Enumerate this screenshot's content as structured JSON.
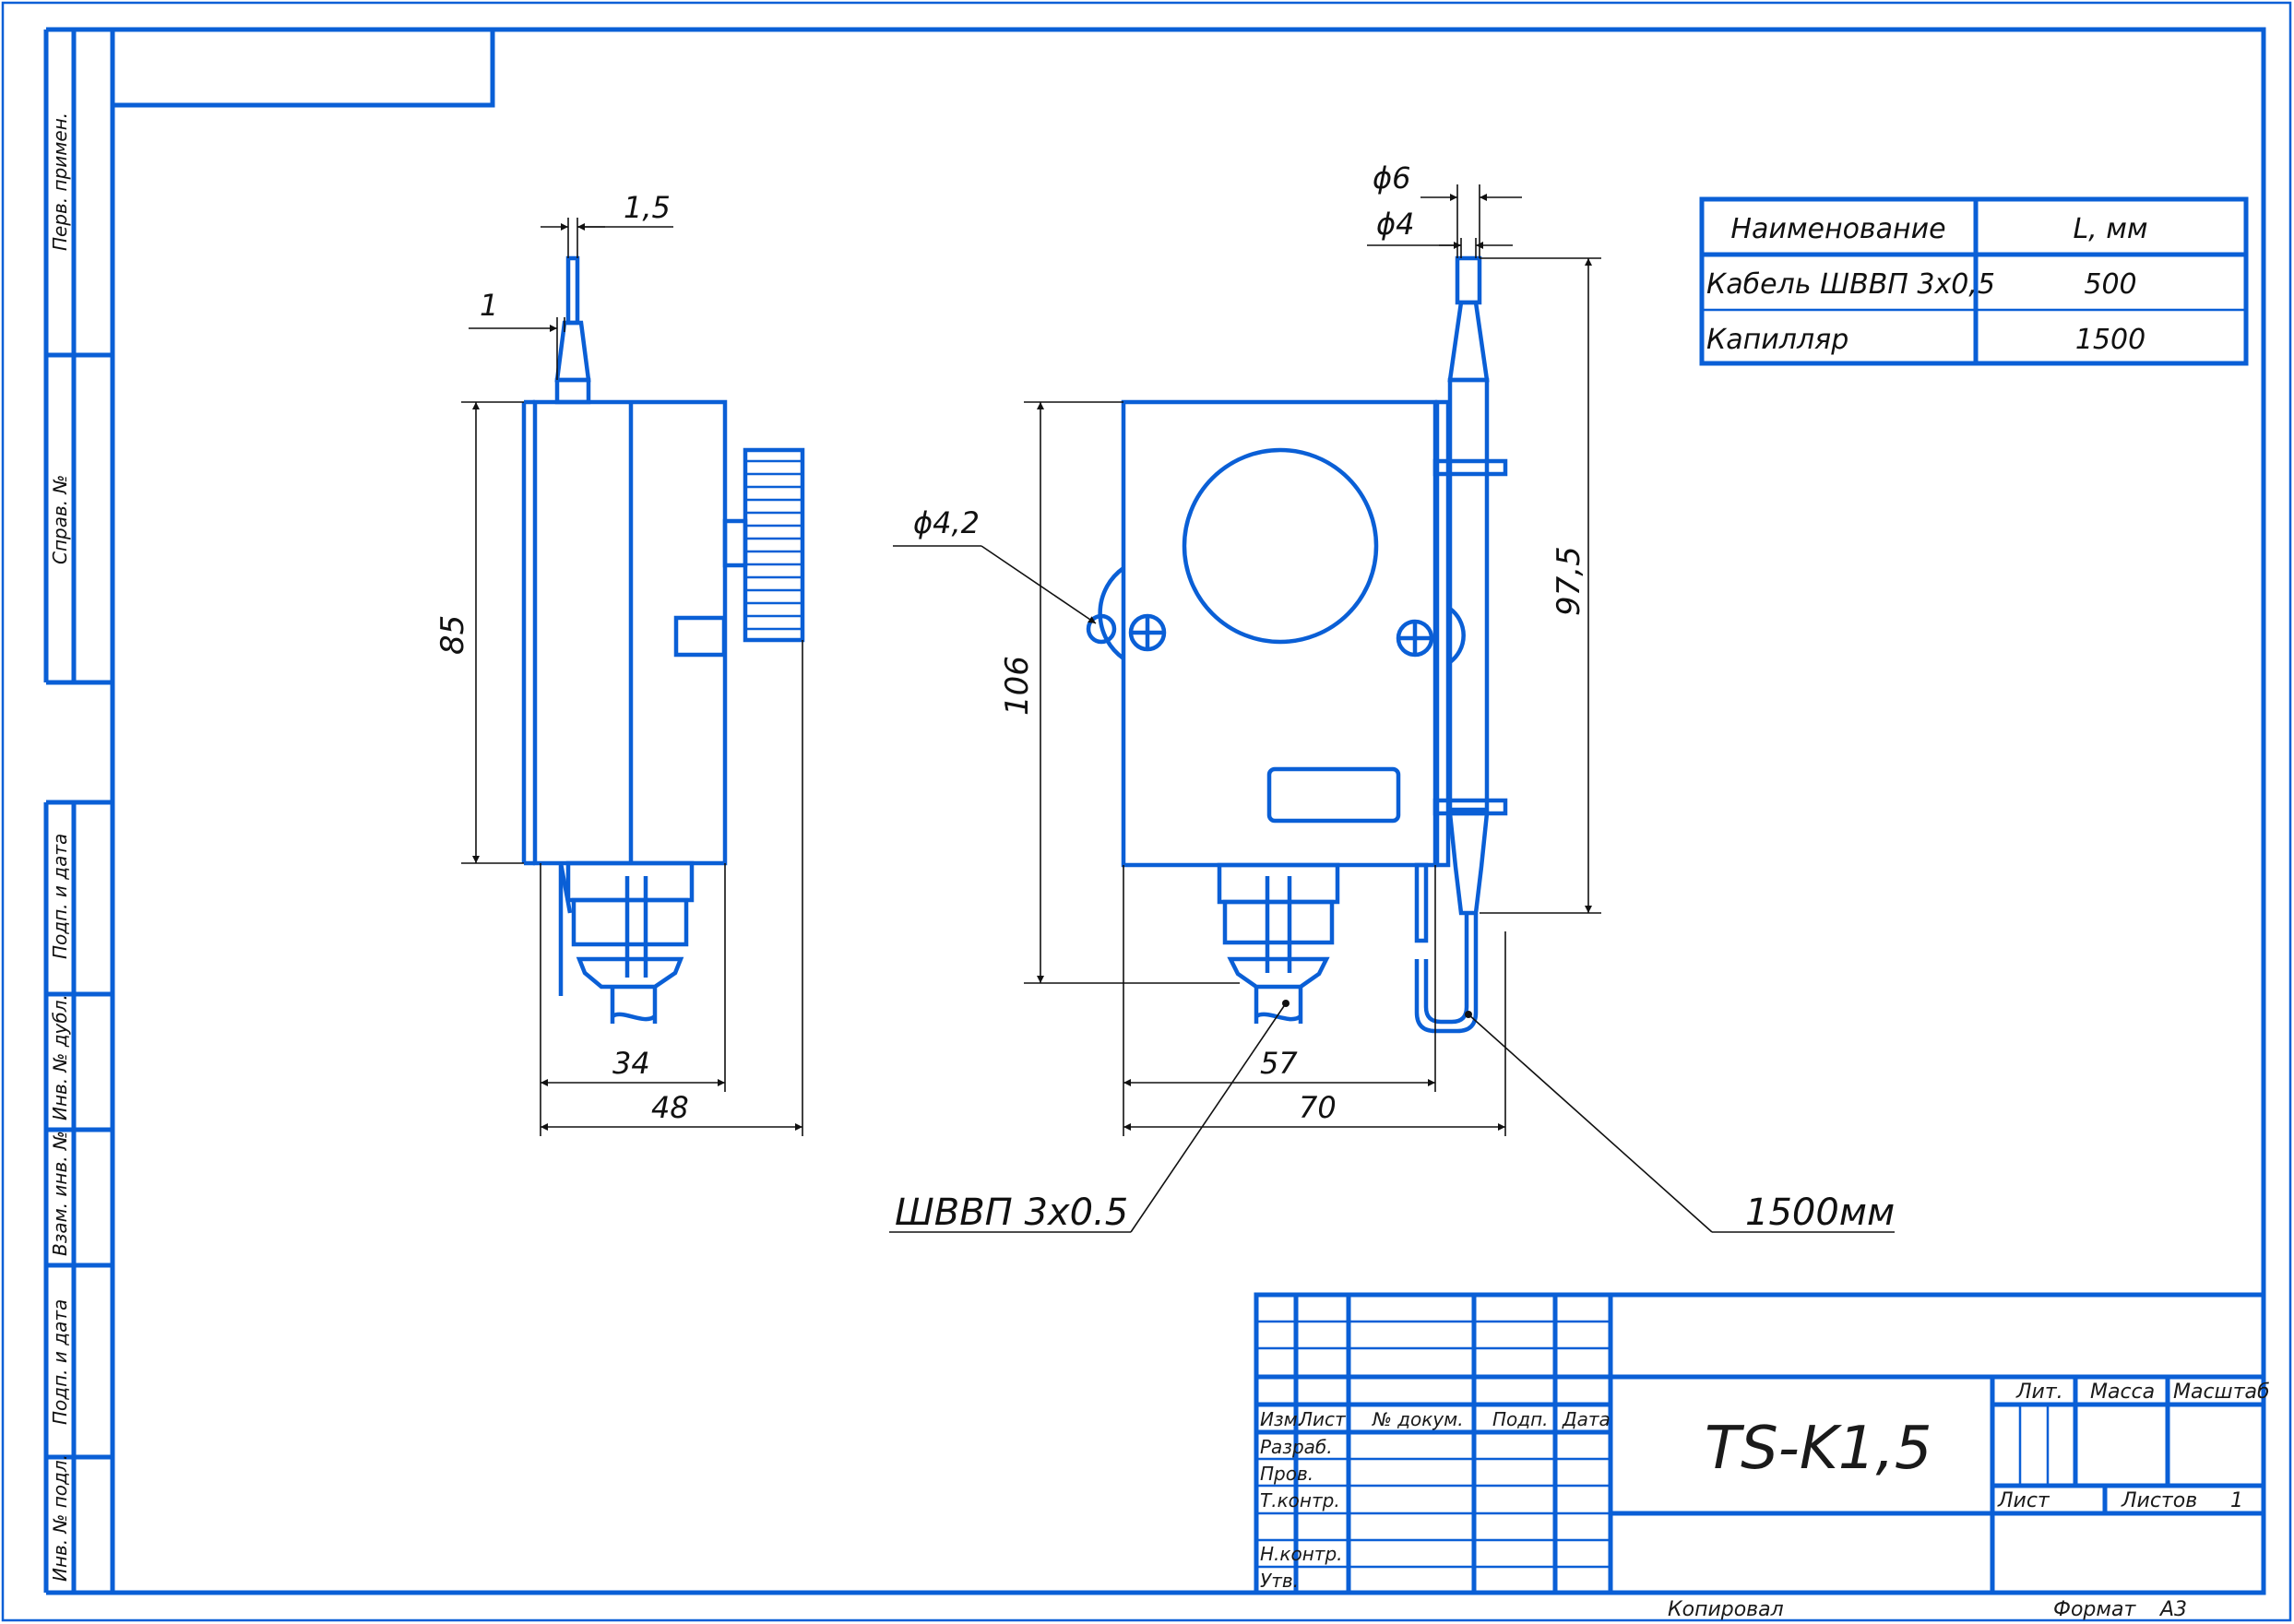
{
  "colors": {
    "outline": "#0a5fd6",
    "dimension": "#111111",
    "background": "#ffffff"
  },
  "side_stamps": [
    "Перв. примен.",
    "Справ. №",
    "Подп. и дата",
    "Инв. № дубл.",
    "Взам. инв. №",
    "Подп. и дата",
    "Инв. № подл."
  ],
  "dimensions": {
    "pin_width": "1,5",
    "pin_tip": "1",
    "side_height": "85",
    "side_depth": "34",
    "side_total": "48",
    "hole_dia": "ϕ4,2",
    "front_height": "106",
    "bulb_outer": "ϕ6",
    "bulb_inner": "ϕ4",
    "bulb_length": "97,5",
    "front_width": "57",
    "front_total": "70"
  },
  "callouts": {
    "cable": "ШВВП 3х0.5",
    "capillary": "1500мм"
  },
  "spec_table": {
    "headers": [
      "Наименование",
      "L, мм"
    ],
    "rows": [
      [
        "Кабель ШВВП 3х0,5",
        "500"
      ],
      [
        "Капилляр",
        "1500"
      ]
    ]
  },
  "title_block": {
    "header_cols": [
      "Изм.",
      "Лист",
      "№ докум.",
      "Подп.",
      "Дата"
    ],
    "roles": [
      "Разраб.",
      "Пров.",
      "Т.контр.",
      "Н.контр.",
      "Утв."
    ],
    "designation": "TS-K1,5",
    "col_lit": "Лит.",
    "col_mass": "Масса",
    "col_scale": "Масштаб",
    "sheet_label": "Лист",
    "sheets_label": "Листов",
    "sheets_value": "1"
  },
  "footer": {
    "copied": "Копировал",
    "format_label": "Формат",
    "format_value": "A3"
  }
}
